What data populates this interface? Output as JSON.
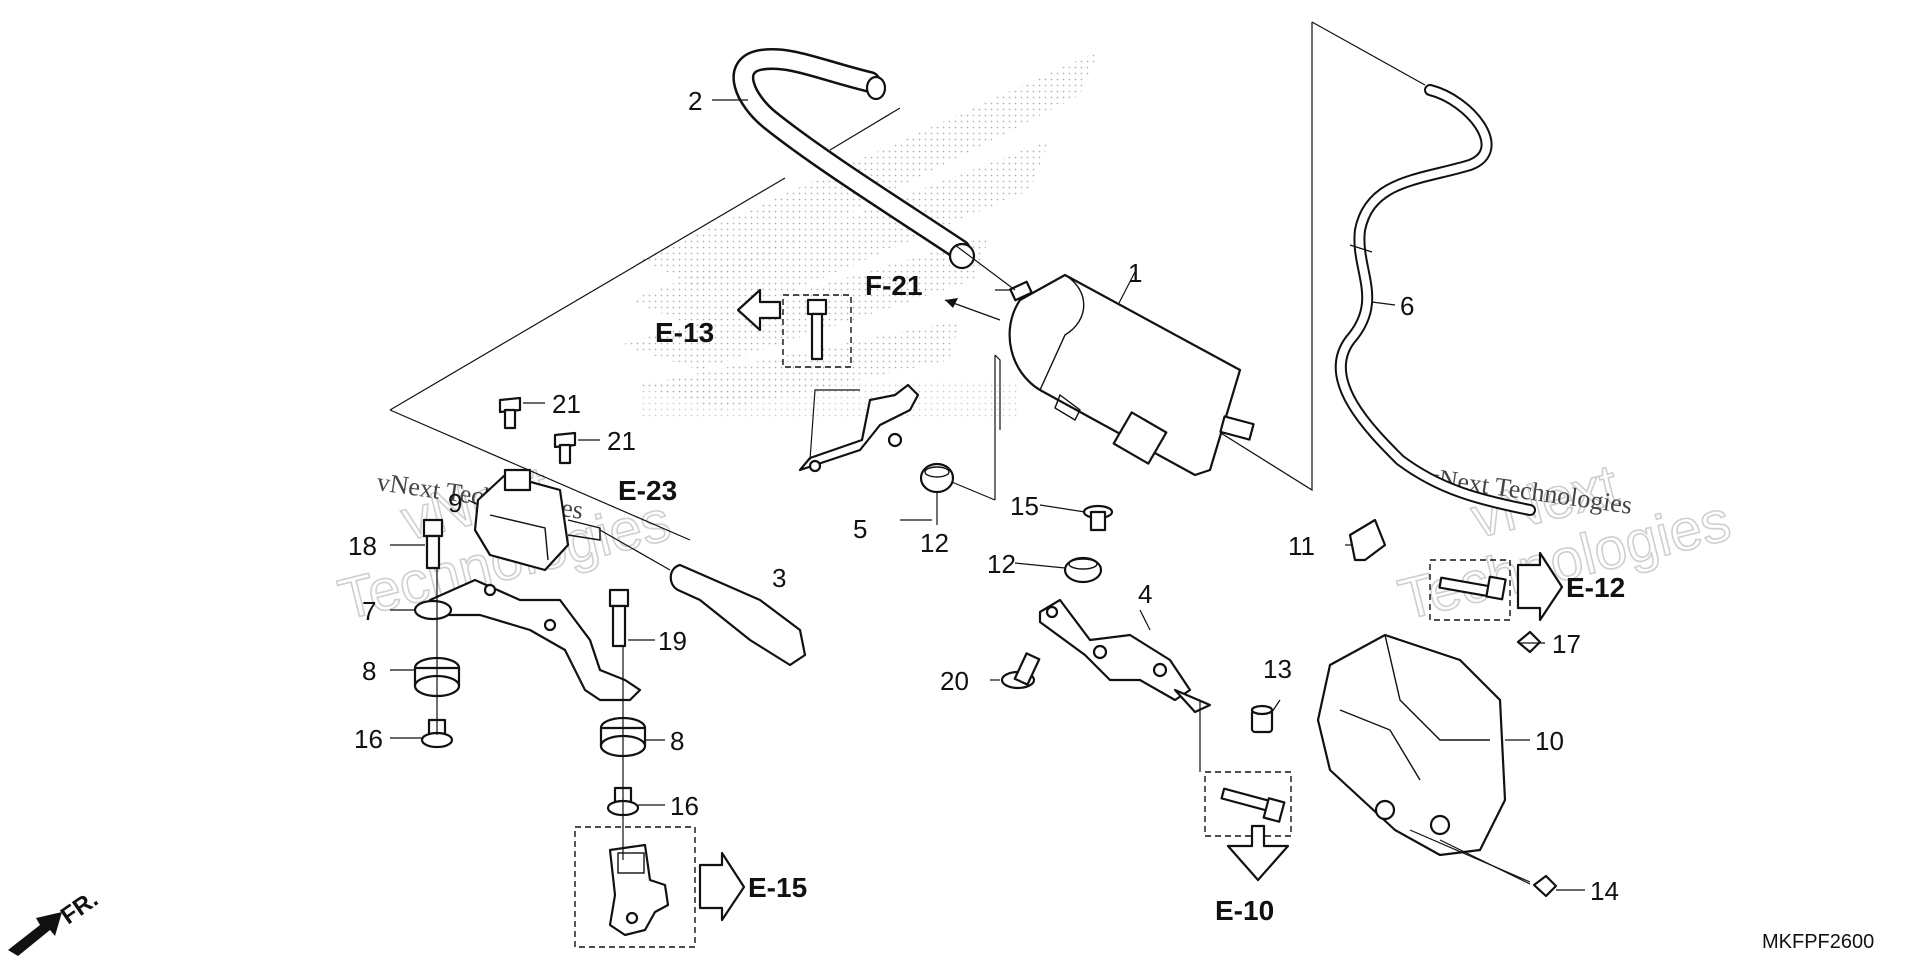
{
  "diagram": {
    "drawing_code": "MKFPF2600",
    "direction_label": "FR.",
    "watermark": {
      "lines": [
        "vNext",
        "Technologies"
      ],
      "inline": "vNext Technologies"
    },
    "callouts": {
      "c1": "1",
      "c2": "2",
      "c3": "3",
      "c4": "4",
      "c5": "5",
      "c6": "6",
      "c7": "7",
      "c8a": "8",
      "c8b": "8",
      "c9": "9",
      "c10": "10",
      "c11": "11",
      "c12a": "12",
      "c12b": "12",
      "c13": "13",
      "c14": "14",
      "c15": "15",
      "c16a": "16",
      "c16b": "16",
      "c17": "17",
      "c18": "18",
      "c19": "19",
      "c20": "20",
      "c21a": "21",
      "c21b": "21"
    },
    "references": {
      "f21": "F-21",
      "e13": "E-13",
      "e23": "E-23",
      "e12": "E-12",
      "e15": "E-15",
      "e10": "E-10"
    }
  }
}
